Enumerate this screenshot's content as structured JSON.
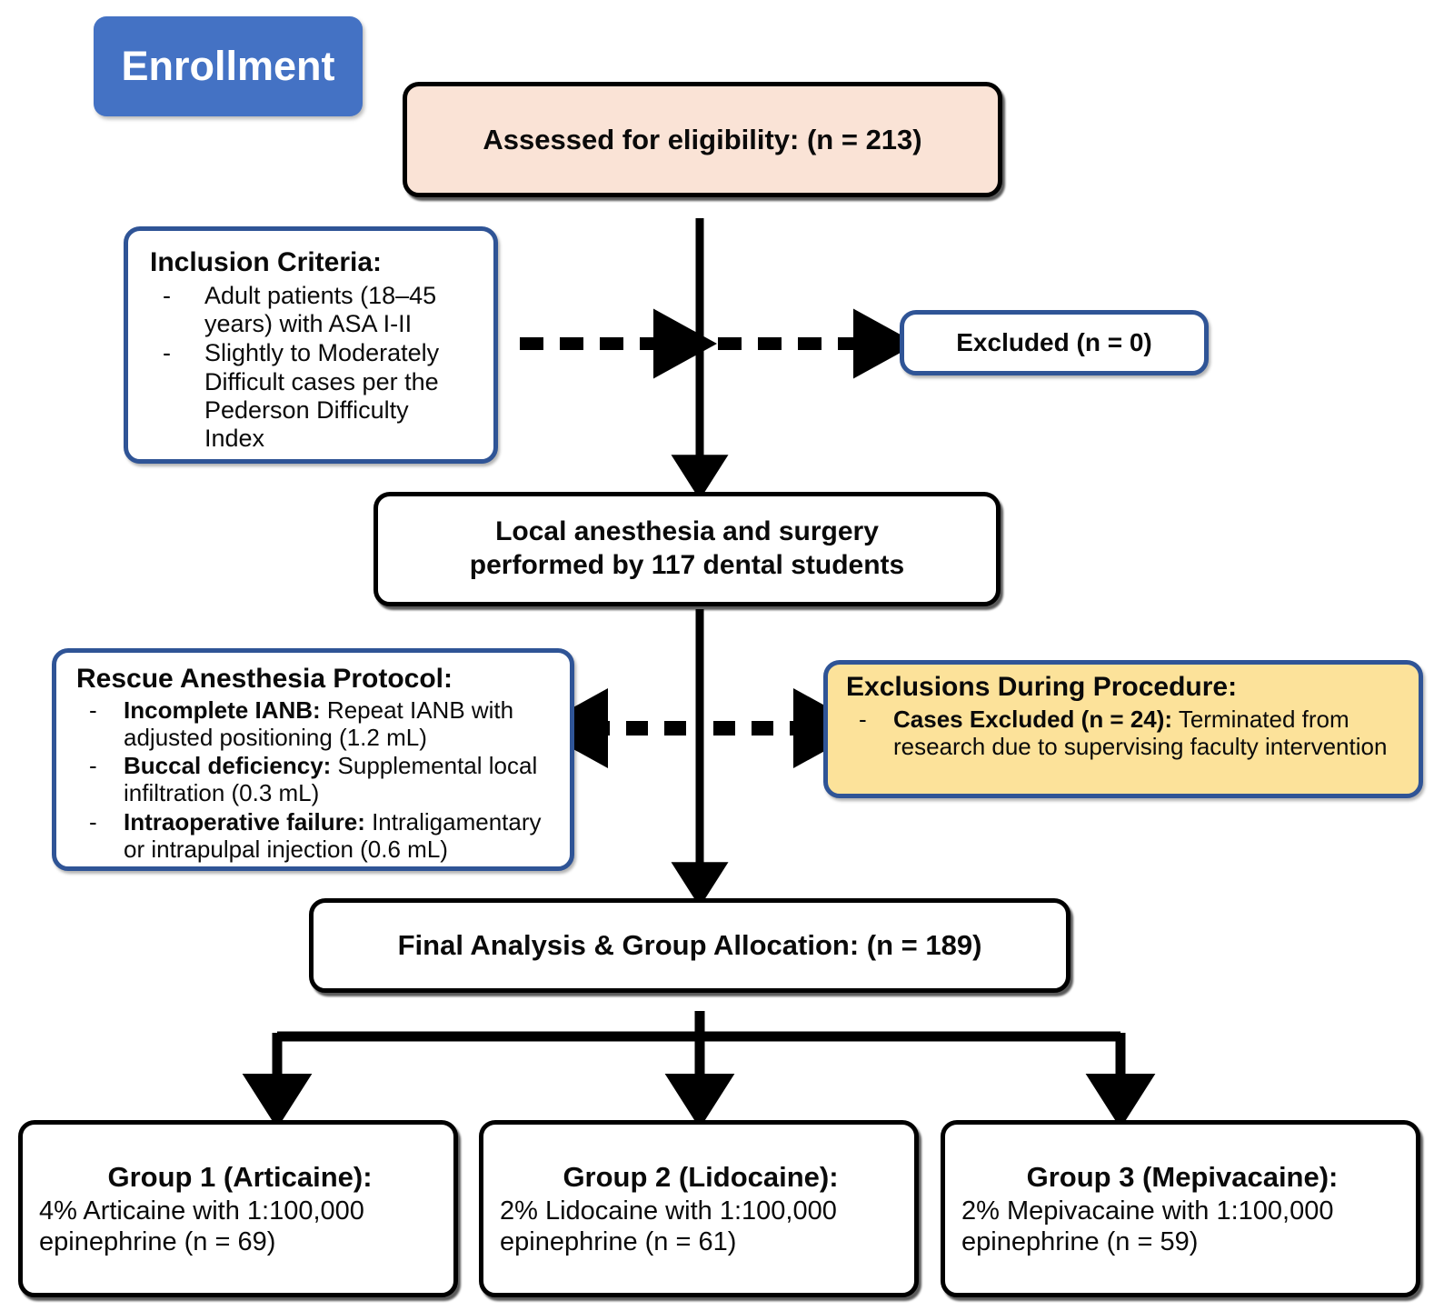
{
  "diagram": {
    "title": "CONSORT-style participant flow diagram",
    "colors": {
      "enrollment_fill": "#4472C4",
      "assessed_fill": "#FAE3D6",
      "exclusions_fill": "#FCE29A",
      "blue_border": "#2F5496",
      "black_border": "#000000",
      "text": "#0A0A0A",
      "white": "#FFFFFF"
    }
  },
  "enrollment": {
    "label": "Enrollment"
  },
  "assessed": {
    "text": "Assessed for eligibility: (n = 213)"
  },
  "inclusion": {
    "header": "Inclusion Criteria:",
    "bullets": [
      "Adult patients (18–45 years) with ASA I-II",
      "Slightly to Moderately Difficult cases per the Pederson Difficulty Index"
    ]
  },
  "excluded": {
    "text": "Excluded (n = 0)"
  },
  "local_anesthesia": {
    "line1": "Local anesthesia and surgery",
    "line2": "performed by 117 dental students"
  },
  "rescue": {
    "header": "Rescue Anesthesia Protocol:",
    "bullets": [
      {
        "bold": "Incomplete IANB:",
        "rest": " Repeat IANB with adjusted positioning (1.2 mL)"
      },
      {
        "bold": "Buccal deficiency:",
        "rest": " Supplemental local infiltration (0.3 mL)"
      },
      {
        "bold": "Intraoperative failure:",
        "rest": " Intraligamentary or intrapulpal injection (0.6 mL)"
      }
    ]
  },
  "exclusions_during": {
    "header": "Exclusions During Procedure:",
    "bullets": [
      {
        "bold": "Cases Excluded (n = 24):",
        "rest": " Terminated from research due to supervising faculty intervention"
      }
    ]
  },
  "final_analysis": {
    "text": "Final Analysis & Group Allocation: (n = 189)"
  },
  "groups": [
    {
      "title": "Group 1 (Articaine):",
      "description": "4% Articaine with 1:100,000 epinephrine (n = 69)",
      "n": 69
    },
    {
      "title": "Group 2 (Lidocaine):",
      "description": "2% Lidocaine with 1:100,000 epinephrine (n = 61)",
      "n": 61
    },
    {
      "title": "Group 3 (Mepivacaine):",
      "description": "2% Mepivacaine with 1:100,000 epinephrine (n = 59)",
      "n": 59
    }
  ],
  "connectors": [
    {
      "name": "assessed-to-local-anesthesia",
      "style": "solid",
      "direction": "down"
    },
    {
      "name": "inclusion-to-trunk-dashed",
      "style": "dashed",
      "direction": "right"
    },
    {
      "name": "trunk-to-excluded-dashed",
      "style": "dashed",
      "direction": "right"
    },
    {
      "name": "local-anesthesia-to-final-analysis",
      "style": "solid",
      "direction": "down"
    },
    {
      "name": "rescue-protocol-bidirectional-dashed",
      "style": "dashed",
      "direction": "bidirectional"
    },
    {
      "name": "final-analysis-to-groups",
      "style": "solid",
      "direction": "branch-three"
    }
  ]
}
